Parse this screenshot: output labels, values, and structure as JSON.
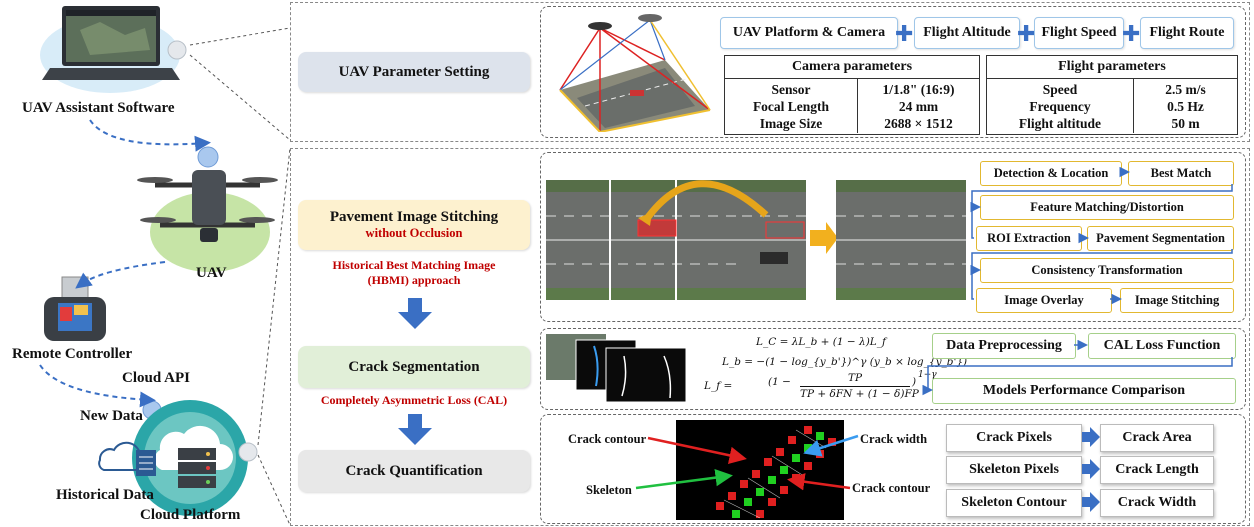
{
  "left": {
    "software_label": "UAV Assistant Software",
    "uav_label": "UAV",
    "rc_label": "Remote Controller",
    "cloud_api_label": "Cloud API",
    "new_data_label": "New Data",
    "historical_label": "Historical Data",
    "cloud_platform_label": "Cloud Platform"
  },
  "stages": {
    "param": "UAV Parameter Setting",
    "stitch_title": "Pavement Image Stitching",
    "stitch_sub": "without Occlusion",
    "hbmi_line1": "Historical Best Matching Image",
    "hbmi_line2": "(HBMI) approach",
    "crack_seg": "Crack Segmentation",
    "cal": "Completely Asymmetric Loss (CAL)",
    "crack_quant": "Crack Quantification"
  },
  "param": {
    "chips": [
      "UAV Platform & Camera",
      "Flight Altitude",
      "Flight Speed",
      "Flight Route"
    ],
    "camera": {
      "header": "Camera parameters",
      "keys": [
        "Sensor",
        "Focal Length",
        "Image Size"
      ],
      "values": [
        "1/1.8\" (16:9)",
        "24 mm",
        "2688 × 1512"
      ]
    },
    "flight": {
      "header": "Flight parameters",
      "keys": [
        "Speed",
        "Frequency",
        "Flight altitude"
      ],
      "values": [
        "2.5 m/s",
        "0.5 Hz",
        "50 m"
      ]
    }
  },
  "stitch": {
    "chips": [
      "Detection & Location",
      "Best Match",
      "Feature Matching/Distortion",
      "ROI Extraction",
      "Pavement Segmentation",
      "Consistency Transformation",
      "Image Overlay",
      "Image Stitching"
    ]
  },
  "seg": {
    "eq1": "L_C = λL_b + (1 − λ)L_f",
    "eq2": "L_b = −(1 − log_{y_b'})^γ (y_b × log_{y_b'})",
    "eq3_lhs": "L_f =",
    "eq3_num": "TP",
    "eq3_den": "TP + δFN + (1 − δ)FP",
    "eq3_exp": "1−γ",
    "chips": [
      "Data Preprocessing",
      "CAL Loss Function",
      "Models Performance Comparison"
    ]
  },
  "quant": {
    "labels": [
      "Crack contour",
      "Crack width",
      "Skeleton",
      "Crack contour"
    ],
    "pairs": [
      [
        "Crack Pixels",
        "Crack Area"
      ],
      [
        "Skeleton Pixels",
        "Crack Length"
      ],
      [
        "Skeleton Contour",
        "Crack Width"
      ]
    ]
  }
}
